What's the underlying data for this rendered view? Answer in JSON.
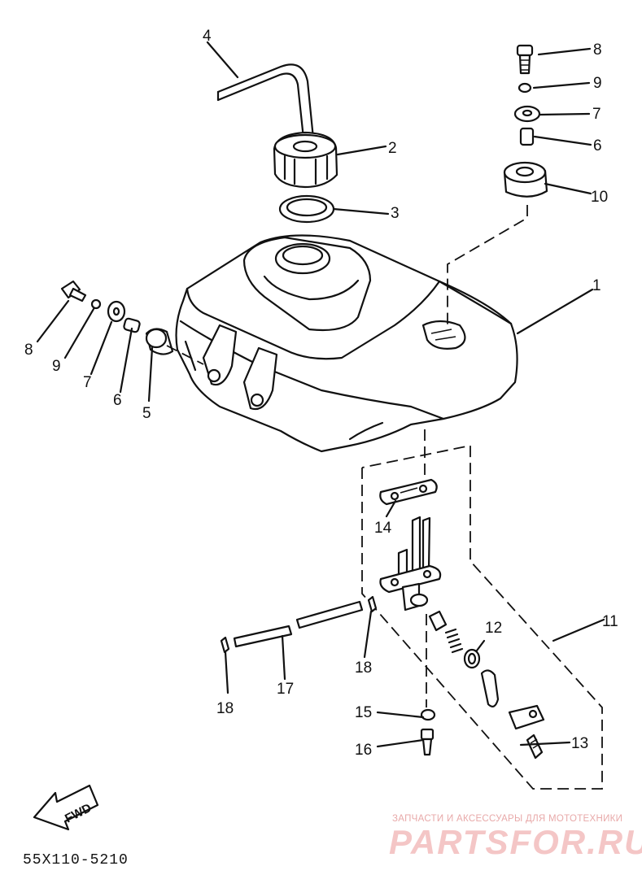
{
  "callouts": {
    "c1": "1",
    "c2": "2",
    "c3": "3",
    "c4": "4",
    "c5": "5",
    "c6_left": "6",
    "c6_right": "6",
    "c7_left": "7",
    "c7_right": "7",
    "c8_left": "8",
    "c8_right": "8",
    "c9_left": "9",
    "c9_right": "9",
    "c10": "10",
    "c11": "11",
    "c12": "12",
    "c13": "13",
    "c14": "14",
    "c15": "15",
    "c16": "16",
    "c17": "17",
    "c18_left": "18",
    "c18_right": "18"
  },
  "direction_badge": "FWD",
  "diagram_code": "55X110-5210",
  "watermark": {
    "caption": "ЗАПЧАСТИ И АКСЕССУАРЫ ДЛЯ МОТОТЕХНИКИ",
    "brand": "PARTSFOR.RU"
  }
}
